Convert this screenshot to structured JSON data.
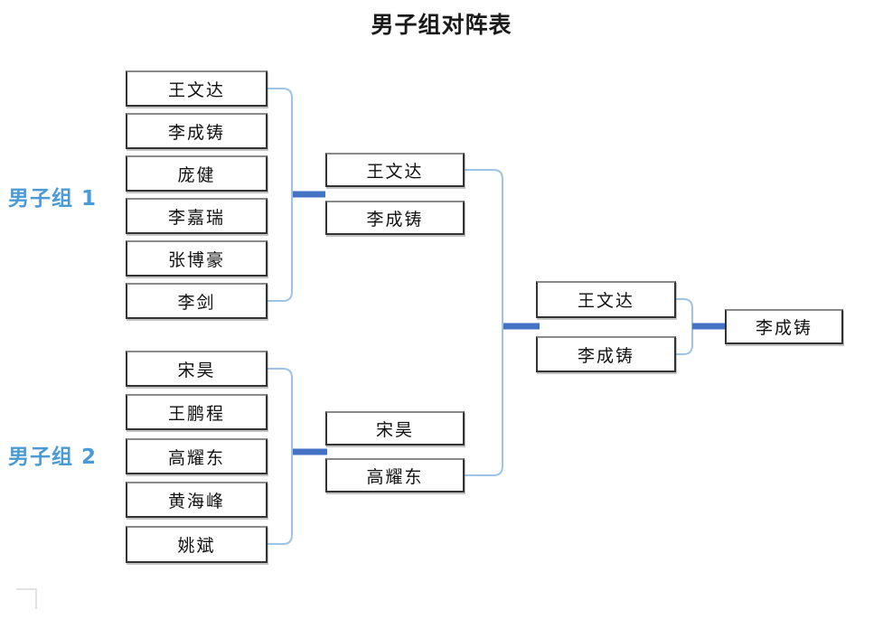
{
  "title": "男子组对阵表",
  "groups": [
    {
      "label": "男子组 1",
      "players": [
        "王文达",
        "李成铸",
        "庞健",
        "李嘉瑞",
        "张博豪",
        "李剑"
      ]
    },
    {
      "label": "男子组 2",
      "players": [
        "宋昊",
        "王鹏程",
        "高耀东",
        "黄海峰",
        "姚斌"
      ]
    }
  ],
  "semifinals": {
    "group1_winners": [
      "王文达",
      "李成铸"
    ],
    "group2_winners": [
      "宋昊",
      "高耀东"
    ]
  },
  "final": {
    "players": [
      "王文达",
      "李成铸"
    ]
  },
  "champion": "李成铸",
  "colors": {
    "connector_thin": "#9DC3E6",
    "connector_thick": "#4472C4",
    "group_label": "#4A9AD5",
    "artifact_gray": "#D9D9D9"
  }
}
